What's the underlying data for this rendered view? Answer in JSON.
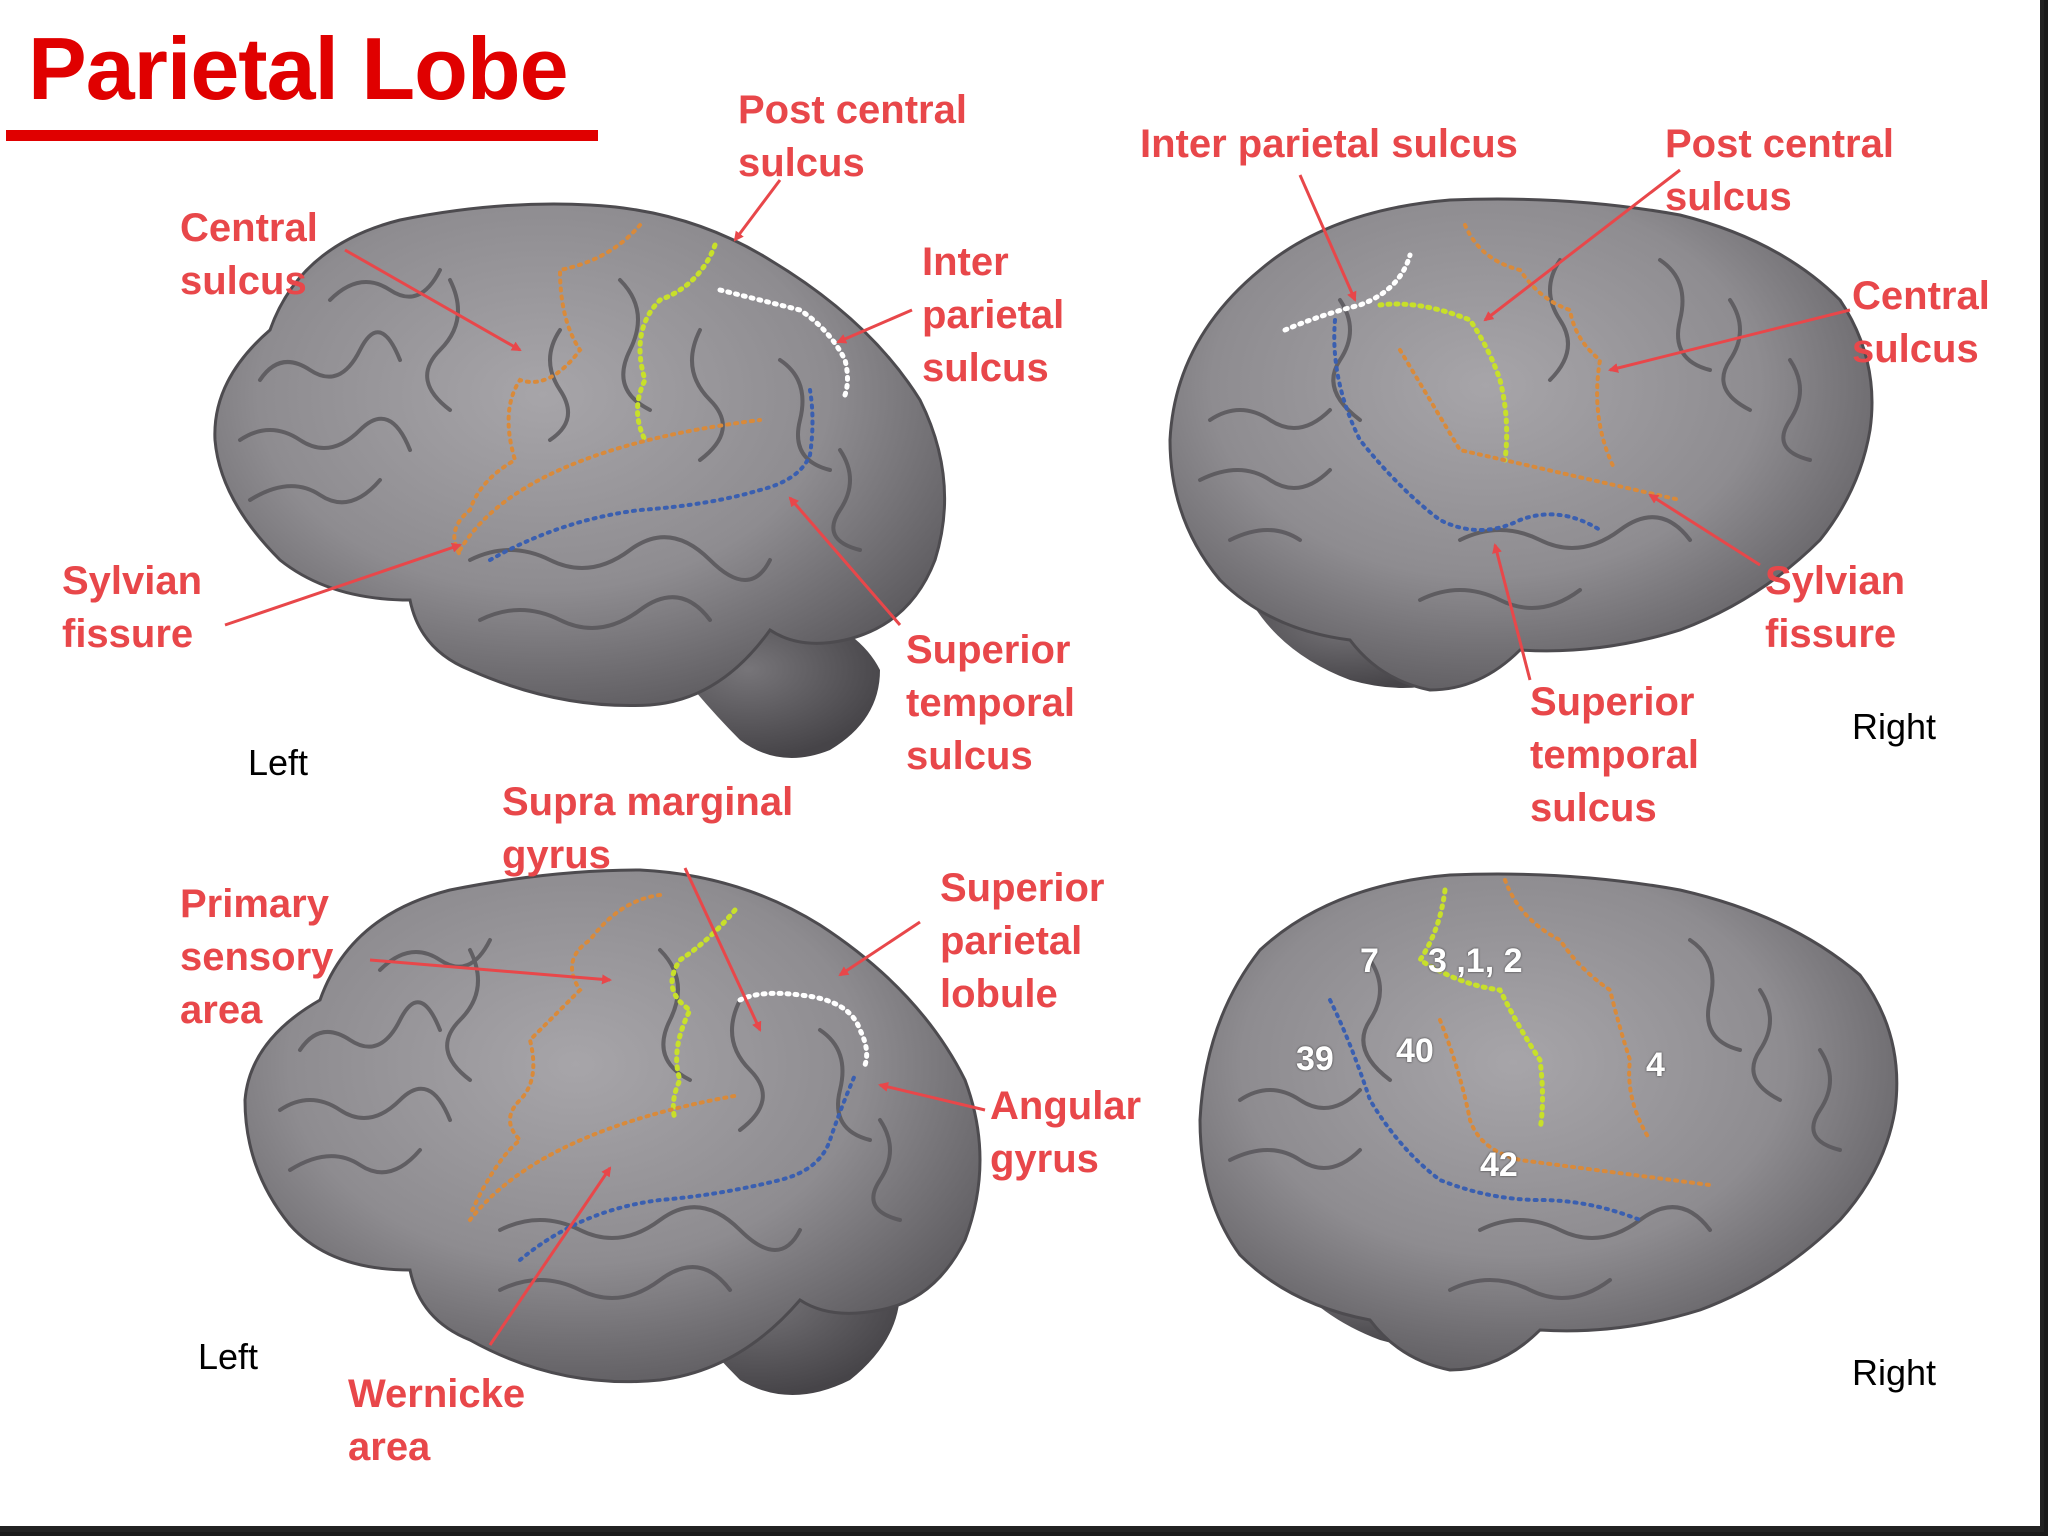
{
  "title": "Parietal Lobe",
  "colors": {
    "title_red": "#e00000",
    "label_red": "#e8474a",
    "central_sulcus_orange": "#d98a3a",
    "post_central_green": "#c8e02a",
    "inter_parietal_white": "#ffffff",
    "superior_temporal_blue": "#3a5fb0",
    "brain_gray": "#8e8c90"
  },
  "panels": {
    "top_left": {
      "side": "Left",
      "labels": {
        "central_sulcus": "Central\nsulcus",
        "post_central_sulcus": "Post central\nsulcus",
        "inter_parietal_sulcus": "Inter\nparietal\nsulcus",
        "sylvian_fissure": "Sylvian\nfissure",
        "superior_temporal_sulcus": "Superior\ntemporal\nsulcus"
      }
    },
    "top_right": {
      "side": "Right",
      "labels": {
        "inter_parietal_sulcus": "Inter parietal sulcus",
        "post_central_sulcus": "Post central\nsulcus",
        "central_sulcus": "Central\nsulcus",
        "sylvian_fissure": "Sylvian\nfissure",
        "superior_temporal_sulcus": "Superior\ntemporal\nsulcus"
      }
    },
    "bottom_left": {
      "side": "Left",
      "labels": {
        "supra_marginal_gyrus": "Supra marginal\ngyrus",
        "primary_sensory_area": "Primary\nsensory\narea",
        "superior_parietal_lobule": "Superior\nparietal\nlobule",
        "angular_gyrus": "Angular\ngyrus",
        "wernicke_area": "Wernicke\narea"
      }
    },
    "bottom_right": {
      "side": "Right",
      "brodmann_areas": {
        "a7": "7",
        "a312": "3 ,1, 2",
        "a39": "39",
        "a40": "40",
        "a4": "4",
        "a42": "42"
      }
    }
  }
}
